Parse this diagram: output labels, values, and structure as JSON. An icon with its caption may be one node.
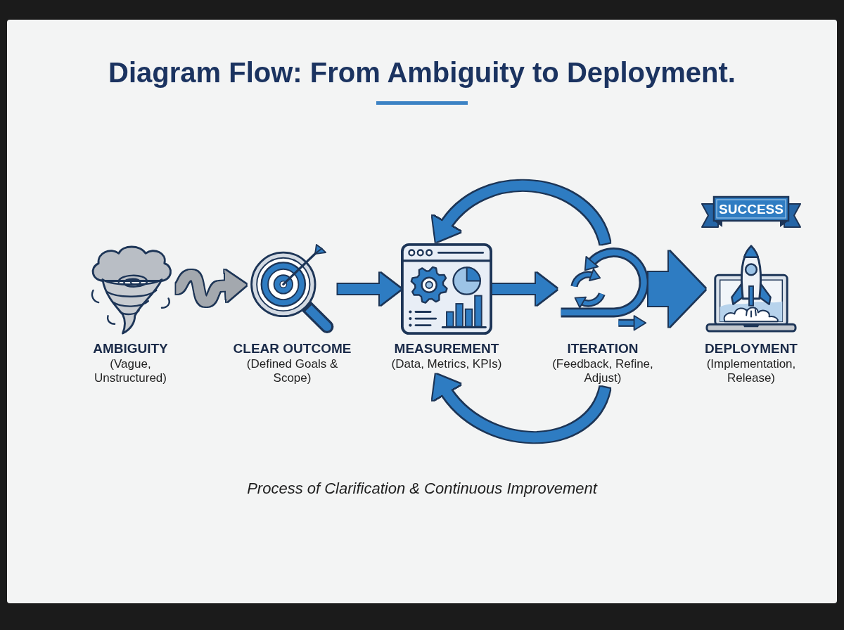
{
  "diagram": {
    "title": "Diagram Flow: From Ambiguity to Deployment.",
    "caption": "Process of Clarification & Continuous Improvement",
    "nodes": [
      {
        "text": [
          "AMBIGUITY",
          "(Vague, Unstructured)"
        ]
      },
      {
        "text": [
          "CLEAR OUTCOME",
          "(Defined Goals & Scope)"
        ]
      },
      {
        "text": [
          "MEASUREMENT",
          "(Data, Metrics, KPIs)"
        ]
      },
      {
        "text": [
          "ITERATION",
          "(Feedback, Refine, Adjust)"
        ]
      },
      {
        "text": [
          "DEPLOYMENT",
          "(Implementation, Release)"
        ]
      },
      {
        "text": [
          "SUCCESS"
        ]
      }
    ],
    "edges": [
      {
        "from": 0,
        "to": 1,
        "arrow": "to",
        "color": "#a3a8ae"
      },
      {
        "from": 1,
        "to": 2,
        "arrow": "to"
      },
      {
        "from": 2,
        "to": 3,
        "arrow": "to"
      },
      {
        "from": 3,
        "to": 4,
        "arrow": "to",
        "style": "thick"
      },
      {
        "from": 3,
        "to": 2,
        "arrow": "to"
      },
      {
        "from": 3,
        "to": 2,
        "arrow": "to"
      }
    ]
  }
}
